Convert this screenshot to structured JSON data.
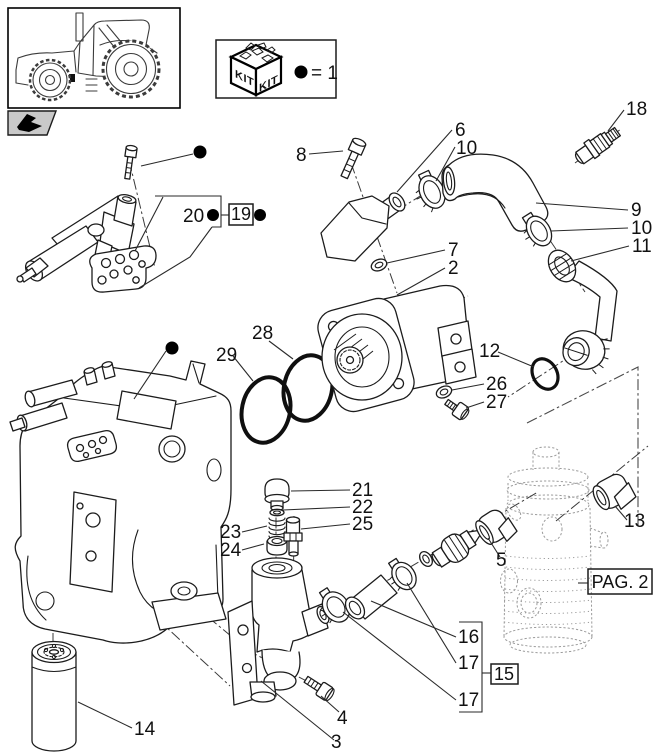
{
  "page": {
    "background": "#ffffff",
    "line_color": "#1c1c1c",
    "reference_gray": "#9b9b9b"
  },
  "kit_legend": {
    "kit_face_left": "KIT",
    "kit_face_right": "KIT",
    "equation": "= 1"
  },
  "cross_references": {
    "page_2": "PAG. 2",
    "kit_19": "19",
    "kit_15": "15"
  },
  "callouts": {
    "n2": "2",
    "n3": "3",
    "n4": "4",
    "n5": "5",
    "n6": "6",
    "n7": "7",
    "n8": "8",
    "n9": "9",
    "n10": "10",
    "n11": "11",
    "n12": "12",
    "n13": "13",
    "n14": "14",
    "n16": "16",
    "n17": "17",
    "n18": "18",
    "n20": "20",
    "n21": "21",
    "n22": "22",
    "n23": "23",
    "n24": "24",
    "n25": "25",
    "n26": "26",
    "n27": "27",
    "n28": "28",
    "n29": "29"
  }
}
